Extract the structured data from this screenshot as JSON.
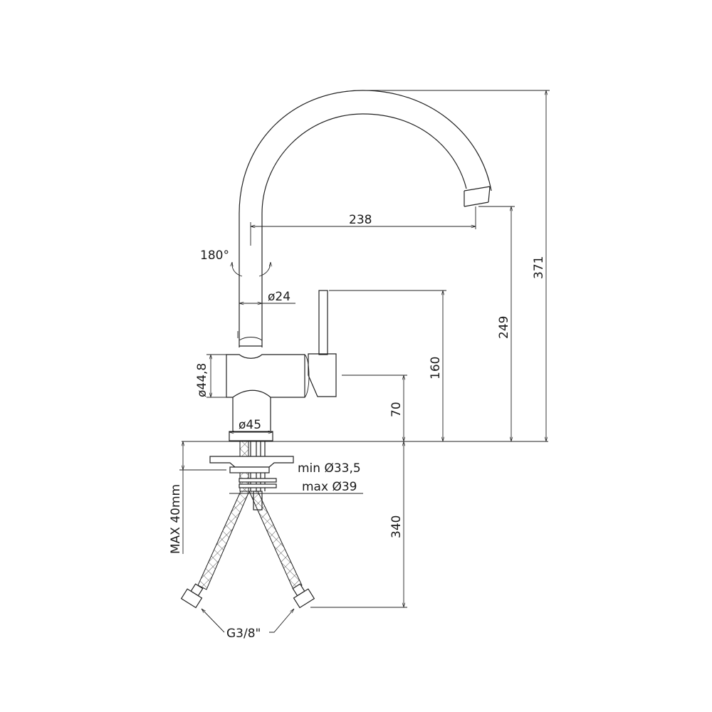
{
  "drawing": {
    "title": "Kitchen mixer faucet – technical dimensions",
    "line_color": "#222222",
    "labels": {
      "spout_reach": "238",
      "rotation": "180°",
      "spout_diameter": "ø24",
      "body_diameter": "ø44,8",
      "base_diameter": "ø45",
      "lever_height": "160",
      "outlet_height": "249",
      "total_height": "371",
      "body_height": "70",
      "hose_length": "340",
      "max_deck_thickness": "MAX 40mm",
      "hole_min": "min Ø33,5",
      "hole_max": "max Ø39",
      "hose_thread": "G3/8\""
    }
  }
}
